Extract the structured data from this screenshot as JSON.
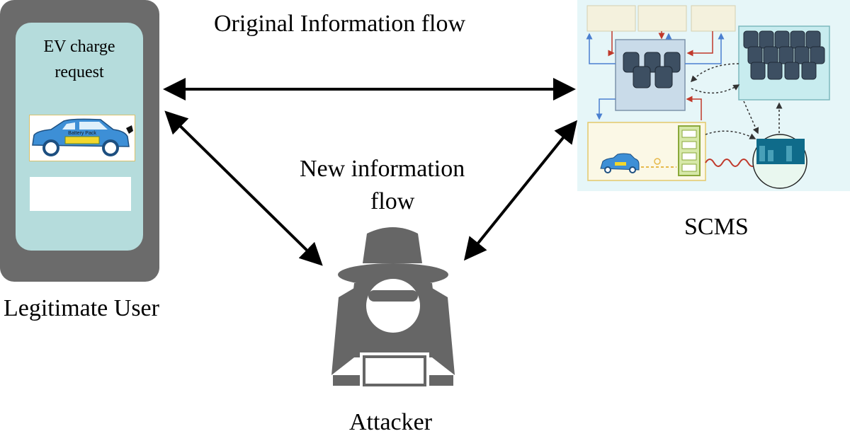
{
  "labels": {
    "original_flow": "Original Information flow",
    "new_flow_line1": "New information",
    "new_flow_line2": "flow",
    "user": "Legitimate User",
    "ev_request_line1": "EV charge",
    "ev_request_line2": "request",
    "battery": "Battery Pack",
    "scms": "SCMS",
    "attacker": "Attacker"
  },
  "colors": {
    "phone_body": "#6b6b6b",
    "phone_screen": "#b5dcdc",
    "attacker": "#666666",
    "scms_background": "#e6f6f8",
    "flow_red": "#c0392b",
    "flow_blue": "#4a7fd0"
  }
}
